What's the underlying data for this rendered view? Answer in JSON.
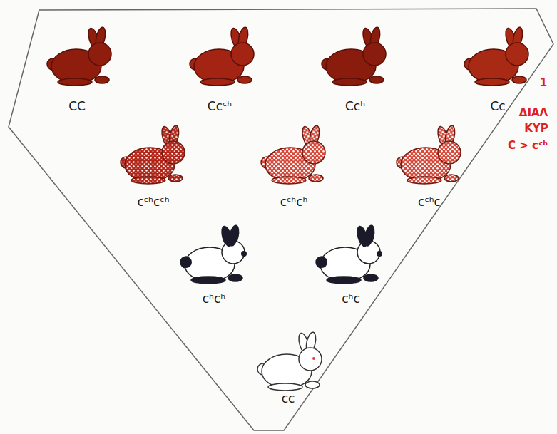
{
  "diagram": {
    "labels": [
      "CC",
      "Ccᶜʰ",
      "Ccʰ",
      "Cc",
      "cᶜʰcᶜʰ",
      "cᶜʰcʰ",
      "cᶜʰc",
      "cʰcʰ",
      "cʰc",
      "cc",
      "1",
      "ΔΙΑΛ",
      "ΚΥΡ",
      "C > cᶜʰ"
    ]
  }
}
